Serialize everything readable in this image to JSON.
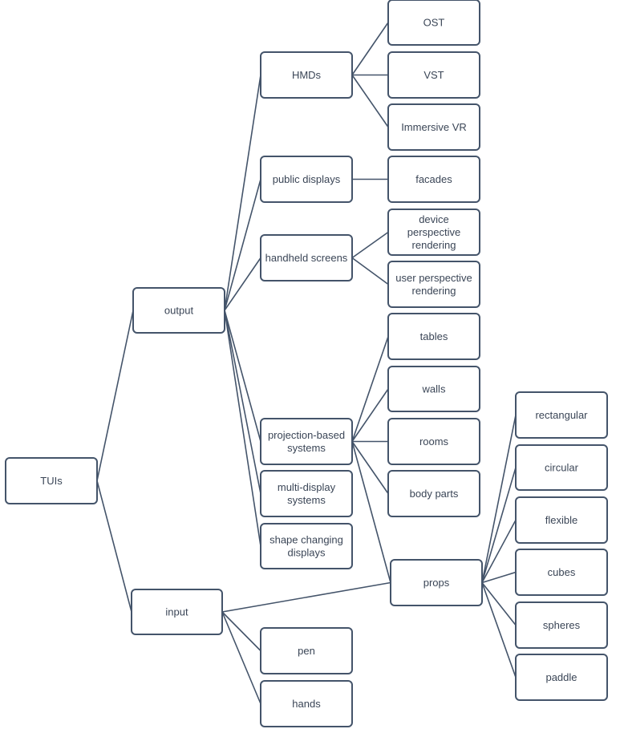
{
  "nodes": {
    "tuis": {
      "lines": [
        "TUIs"
      ]
    },
    "output": {
      "lines": [
        "output"
      ]
    },
    "input": {
      "lines": [
        "input"
      ]
    },
    "hmds": {
      "lines": [
        "HMDs"
      ]
    },
    "public_displays": {
      "lines": [
        "public displays"
      ]
    },
    "handheld_screens": {
      "lines": [
        "handheld screens"
      ]
    },
    "projection_based": {
      "lines": [
        "projection-based",
        "systems"
      ]
    },
    "multi_display": {
      "lines": [
        "multi-display",
        "systems"
      ]
    },
    "shape_changing": {
      "lines": [
        "shape changing",
        "displays"
      ]
    },
    "ost": {
      "lines": [
        "OST"
      ]
    },
    "vst": {
      "lines": [
        "VST"
      ]
    },
    "immersive_vr": {
      "lines": [
        "Immersive VR"
      ]
    },
    "facades": {
      "lines": [
        "facades"
      ]
    },
    "device_perspective": {
      "lines": [
        "device",
        "perspective",
        "rendering"
      ]
    },
    "user_perspective": {
      "lines": [
        "user perspective",
        "rendering"
      ]
    },
    "tables": {
      "lines": [
        "tables"
      ]
    },
    "walls": {
      "lines": [
        "walls"
      ]
    },
    "rooms": {
      "lines": [
        "rooms"
      ]
    },
    "body_parts": {
      "lines": [
        "body parts"
      ]
    },
    "props": {
      "lines": [
        "props"
      ]
    },
    "pen": {
      "lines": [
        "pen"
      ]
    },
    "hands": {
      "lines": [
        "hands"
      ]
    },
    "rectangular": {
      "lines": [
        "rectangular"
      ]
    },
    "circular": {
      "lines": [
        "circular"
      ]
    },
    "flexible": {
      "lines": [
        "flexible"
      ]
    },
    "cubes": {
      "lines": [
        "cubes"
      ]
    },
    "spheres": {
      "lines": [
        "spheres"
      ]
    },
    "paddle": {
      "lines": [
        "paddle"
      ]
    }
  },
  "edges": [
    [
      "tuis",
      "output"
    ],
    [
      "tuis",
      "input"
    ],
    [
      "output",
      "hmds"
    ],
    [
      "output",
      "public_displays"
    ],
    [
      "output",
      "handheld_screens"
    ],
    [
      "output",
      "projection_based"
    ],
    [
      "output",
      "multi_display"
    ],
    [
      "output",
      "shape_changing"
    ],
    [
      "hmds",
      "ost"
    ],
    [
      "hmds",
      "vst"
    ],
    [
      "hmds",
      "immersive_vr"
    ],
    [
      "public_displays",
      "facades"
    ],
    [
      "handheld_screens",
      "device_perspective"
    ],
    [
      "handheld_screens",
      "user_perspective"
    ],
    [
      "projection_based",
      "tables"
    ],
    [
      "projection_based",
      "walls"
    ],
    [
      "projection_based",
      "rooms"
    ],
    [
      "projection_based",
      "body_parts"
    ],
    [
      "projection_based",
      "props"
    ],
    [
      "input",
      "props"
    ],
    [
      "input",
      "pen"
    ],
    [
      "input",
      "hands"
    ],
    [
      "props",
      "rectangular"
    ],
    [
      "props",
      "circular"
    ],
    [
      "props",
      "flexible"
    ],
    [
      "props",
      "cubes"
    ],
    [
      "props",
      "spheres"
    ],
    [
      "props",
      "paddle"
    ]
  ]
}
